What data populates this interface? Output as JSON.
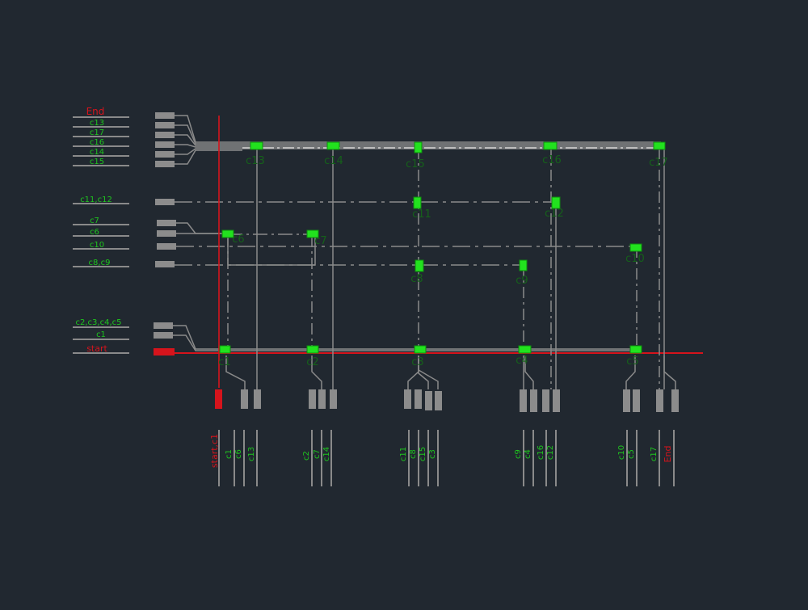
{
  "colors": {
    "background": "#212830",
    "line": "#8a8a8a",
    "node": "#22e21e",
    "label_green": "#1ec41e",
    "accent_red": "#d6141c",
    "terminal": "#8c8c8c"
  },
  "left_labels": [
    {
      "id": "end",
      "text": "End",
      "color": "red"
    },
    {
      "id": "c13",
      "text": "c13",
      "color": "green"
    },
    {
      "id": "c17",
      "text": "c17",
      "color": "green"
    },
    {
      "id": "c16",
      "text": "c16",
      "color": "green"
    },
    {
      "id": "c14",
      "text": "c14",
      "color": "green"
    },
    {
      "id": "c15",
      "text": "c15",
      "color": "green"
    },
    {
      "id": "c11c12",
      "text": "c11,c12",
      "color": "green"
    },
    {
      "id": "c7",
      "text": "c7",
      "color": "green"
    },
    {
      "id": "c6",
      "text": "c6",
      "color": "green"
    },
    {
      "id": "c10",
      "text": "c10",
      "color": "green"
    },
    {
      "id": "c8c9",
      "text": "c8,c9",
      "color": "green"
    },
    {
      "id": "c2345",
      "text": "c2,c3,c4,c5",
      "color": "green"
    },
    {
      "id": "c1",
      "text": "c1",
      "color": "green"
    },
    {
      "id": "start",
      "text": "start",
      "color": "red"
    }
  ],
  "node_labels": [
    {
      "id": "c13",
      "text": "c13"
    },
    {
      "id": "c14",
      "text": "c14"
    },
    {
      "id": "c15",
      "text": "c15"
    },
    {
      "id": "c16",
      "text": "c16"
    },
    {
      "id": "c17",
      "text": "c17"
    },
    {
      "id": "c11",
      "text": "c11"
    },
    {
      "id": "c12",
      "text": "c12"
    },
    {
      "id": "c6",
      "text": "c6"
    },
    {
      "id": "c7",
      "text": "c7"
    },
    {
      "id": "c10",
      "text": "c10"
    },
    {
      "id": "c8",
      "text": "c8"
    },
    {
      "id": "c9",
      "text": "c9"
    },
    {
      "id": "c1",
      "text": "c1"
    },
    {
      "id": "c2",
      "text": "c2"
    },
    {
      "id": "c3",
      "text": "c3"
    },
    {
      "id": "c4",
      "text": "c4"
    },
    {
      "id": "c5",
      "text": "c5"
    }
  ],
  "bottom_labels": [
    {
      "id": "start_c1",
      "text": "start,c1",
      "color": "red"
    },
    {
      "id": "b_c1",
      "text": "c1",
      "color": "green"
    },
    {
      "id": "b_c6",
      "text": "c6",
      "color": "green"
    },
    {
      "id": "b_c13",
      "text": "c13",
      "color": "green"
    },
    {
      "id": "b_c2",
      "text": "c2",
      "color": "green"
    },
    {
      "id": "b_c7",
      "text": "c7",
      "color": "green"
    },
    {
      "id": "b_c14",
      "text": "c14",
      "color": "green"
    },
    {
      "id": "b_c11",
      "text": "c11",
      "color": "green"
    },
    {
      "id": "b_c8",
      "text": "c8",
      "color": "green"
    },
    {
      "id": "b_c15",
      "text": "c15",
      "color": "green"
    },
    {
      "id": "b_c3",
      "text": "c3",
      "color": "green"
    },
    {
      "id": "b_c9",
      "text": "c9",
      "color": "green"
    },
    {
      "id": "b_c4",
      "text": "c4",
      "color": "green"
    },
    {
      "id": "b_c16",
      "text": "c16",
      "color": "green"
    },
    {
      "id": "b_c12",
      "text": "c12",
      "color": "green"
    },
    {
      "id": "b_c10",
      "text": "c10",
      "color": "green"
    },
    {
      "id": "b_c5",
      "text": "c5",
      "color": "green"
    },
    {
      "id": "b_c17",
      "text": "c17",
      "color": "green"
    },
    {
      "id": "b_end",
      "text": "End",
      "color": "red"
    }
  ]
}
